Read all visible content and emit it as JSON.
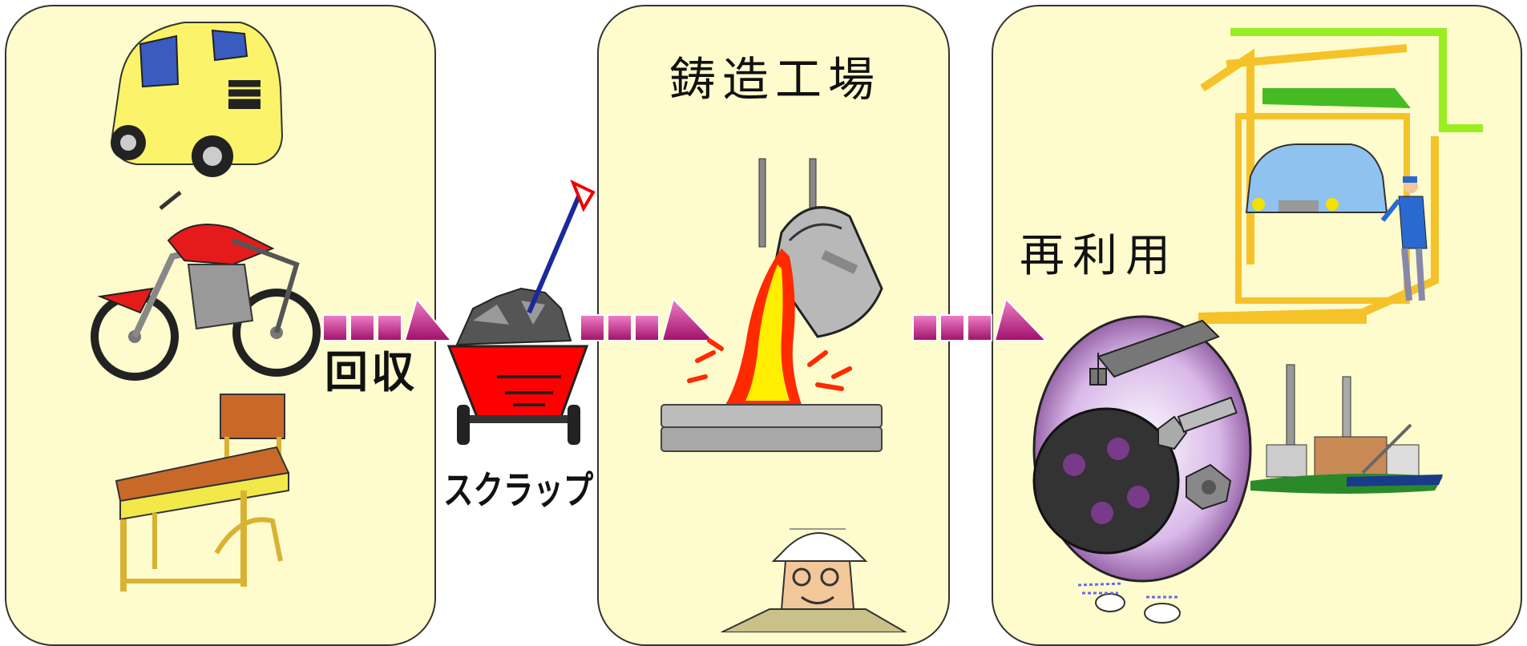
{
  "labels": {
    "collect": "回収",
    "scrap": "スクラップ",
    "foundry": "鋳造工場",
    "reuse": "再利用"
  },
  "colors": {
    "panel_fill": "#fefccc",
    "arrow_magenta": "#cc3399",
    "cart_red": "#ff0000",
    "molten_yellow": "#ffee00"
  },
  "icons": [
    "car-icon",
    "motorcycle-icon",
    "desk-chair-icon",
    "scrap-cart-icon",
    "shovel-icon",
    "ladle-icon",
    "molten-metal-icon",
    "worker-icon",
    "car-lift-icon",
    "mechanic-icon",
    "machine-parts-icon",
    "factory-icon"
  ]
}
